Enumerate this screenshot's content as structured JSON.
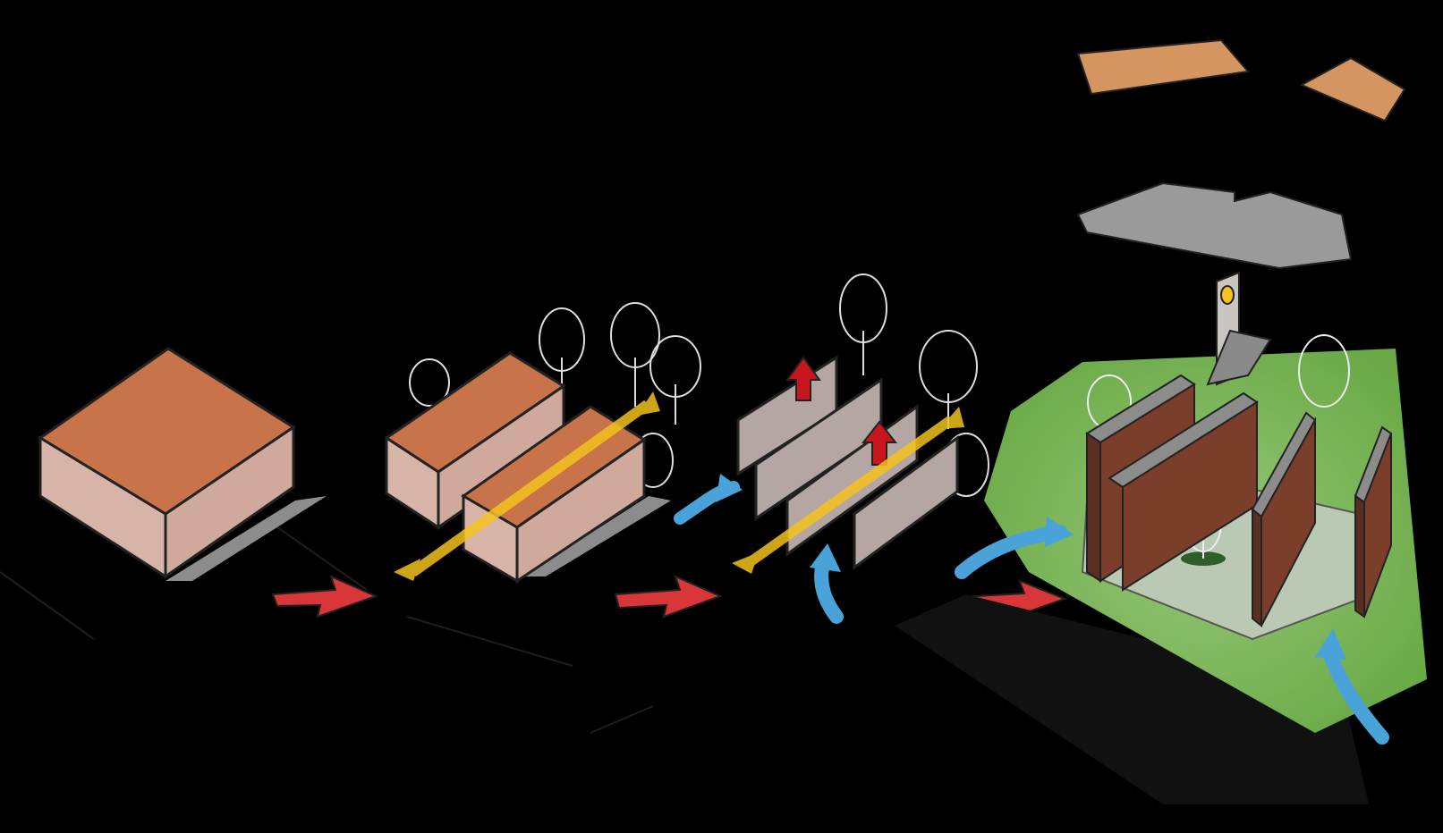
{
  "diagram": {
    "stages": [
      {
        "id": "stage-1",
        "description_visible": ""
      },
      {
        "id": "stage-2",
        "description_visible": ""
      },
      {
        "id": "stage-3",
        "description_visible": ""
      },
      {
        "id": "stage-4",
        "description_visible": ""
      }
    ],
    "colors": {
      "background": "#000000",
      "roof": "#c8734a",
      "wall": "#d8b4a8",
      "shadow": "#8a8a8a",
      "panel": "#b3a6a3",
      "brick": "#7a3e2b",
      "grass": "#7cc05a",
      "flow_arrow": "#d9363a",
      "wind_arrow": "#4aa3d8",
      "axis_arrow": "#f3c21c",
      "up_arrow": "#c8161c",
      "roof_piece": "#d59561",
      "deck": "#9a9a9a"
    }
  }
}
